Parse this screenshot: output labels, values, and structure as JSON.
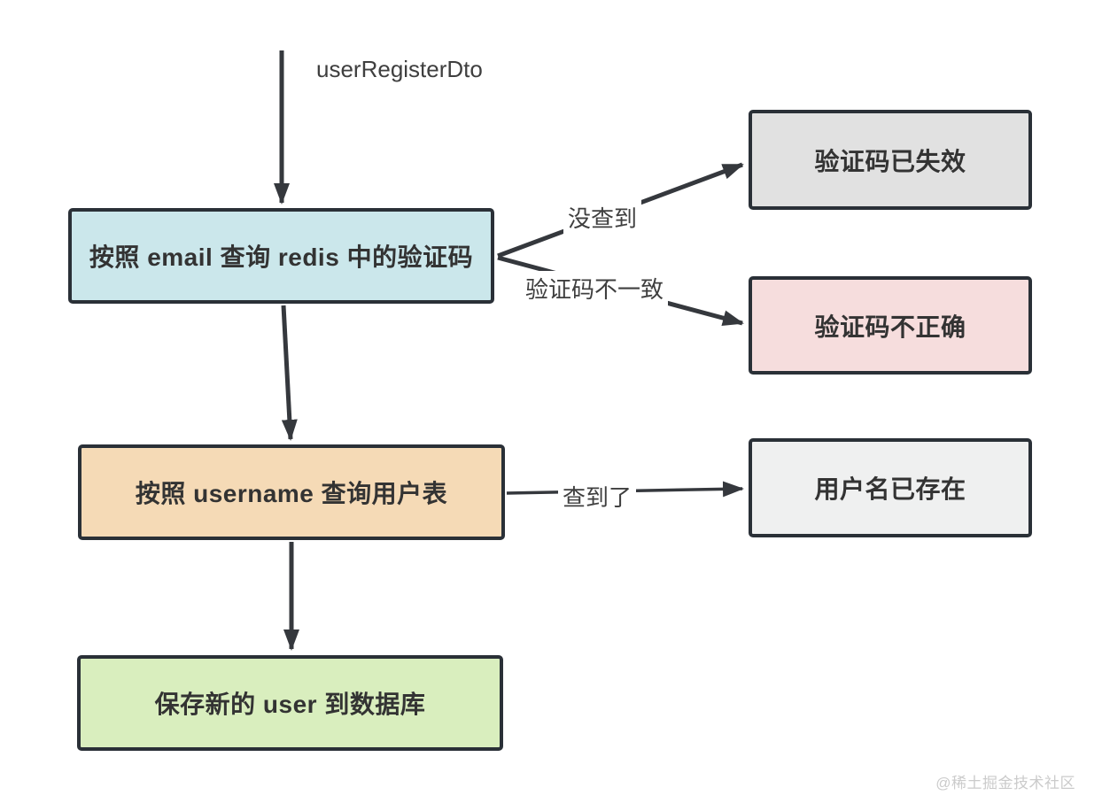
{
  "page": {
    "background_color": "#ffffff",
    "watermark": "@稀土掘金技术社区"
  },
  "colors": {
    "node_border": "#2a3037",
    "arrow": "#35383d",
    "node_text": "#333333",
    "edge_label_text": "#3f3f3f",
    "watermark_text": "#cbcbcb"
  },
  "flowchart": {
    "entry": {
      "label": "userRegisterDto"
    },
    "nodes": {
      "query_redis": {
        "label": "按照 email 查询 redis 中的验证码",
        "fill": "#cbe7eb"
      },
      "code_expired": {
        "label": "验证码已失效",
        "fill": "#e1e1e1"
      },
      "code_incorrect": {
        "label": "验证码不正确",
        "fill": "#f6dddd"
      },
      "query_user": {
        "label": "按照 username 查询用户表",
        "fill": "#f5dab6"
      },
      "username_exists": {
        "label": "用户名已存在",
        "fill": "#eff0f0"
      },
      "save_user": {
        "label": "保存新的 user 到数据库",
        "fill": "#d9eebe"
      }
    },
    "edges": {
      "not_found": {
        "label": "没查到"
      },
      "code_mismatch": {
        "label": "验证码不一致"
      },
      "found": {
        "label": "查到了"
      }
    }
  }
}
